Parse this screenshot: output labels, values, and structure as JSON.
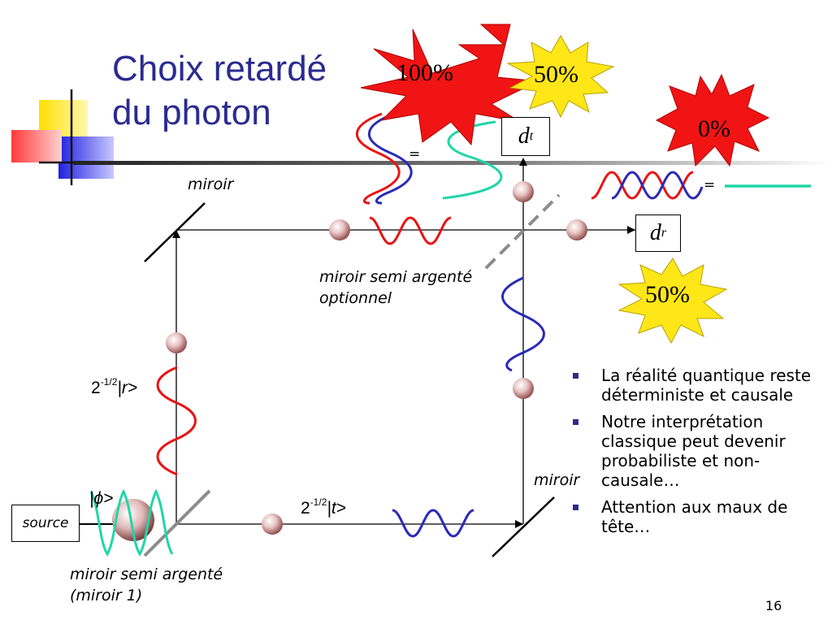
{
  "title": {
    "line1": "Choix retardé",
    "line2": "du photon"
  },
  "labels": {
    "miroir_top": "miroir",
    "miroir_right": "miroir",
    "semi_optional_line1": "miroir semi argenté",
    "semi_optional_line2": "optionnel",
    "semi_main_line1": "miroir semi argenté",
    "semi_main_line2": "(miroir 1)",
    "source": "source",
    "state_r_prefix": "2",
    "state_r_exp": "-1/2",
    "state_r_ket": "|r>",
    "state_t_prefix": "2",
    "state_t_exp": "-1/2",
    "state_t_ket": "|t>",
    "state_phi": "|ϕ>"
  },
  "detectors": {
    "dt": {
      "main": "d",
      "sub": "t"
    },
    "dr": {
      "main": "d",
      "sub": "r"
    }
  },
  "equals": [
    "=",
    "="
  ],
  "starbursts": [
    {
      "text": "100%",
      "color": "#f01414"
    },
    {
      "text": "50%",
      "color": "#ffe617"
    },
    {
      "text": "0%",
      "color": "#f01414"
    },
    {
      "text": "50%",
      "color": "#ffe617"
    }
  ],
  "colors": {
    "title": "#2b2b91",
    "red_wave": "#e81414",
    "blue_wave": "#2a2ab8",
    "green_wave": "#20d6a8"
  },
  "bullets": [
    "La réalité quantique reste déterministe et causale",
    "Notre interprétation classique peut devenir probabiliste et non-causale…",
    "Attention aux maux de tête…"
  ],
  "page_number": "16"
}
